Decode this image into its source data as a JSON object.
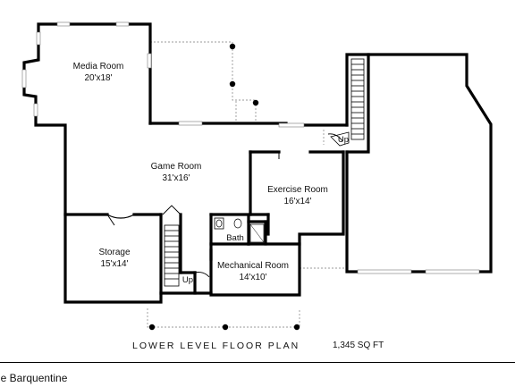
{
  "rooms": {
    "media": {
      "name": "Media Room",
      "size": "20'x18'"
    },
    "game": {
      "name": "Game Room",
      "size": "31'x16'"
    },
    "exercise": {
      "name": "Exercise Room",
      "size": "16'x14'"
    },
    "storage": {
      "name": "Storage",
      "size": "15'x14'"
    },
    "mechanical": {
      "name": "Mechanical Room",
      "size": "14'x10'"
    },
    "bath": {
      "name": "Bath"
    }
  },
  "stair_labels": {
    "right": "Up",
    "left": "Up"
  },
  "caption": {
    "title": "LOWER LEVEL FLOOR PLAN",
    "sqft": "1,345 SQ FT"
  },
  "footer": {
    "plan_name": "he Barquentine"
  }
}
